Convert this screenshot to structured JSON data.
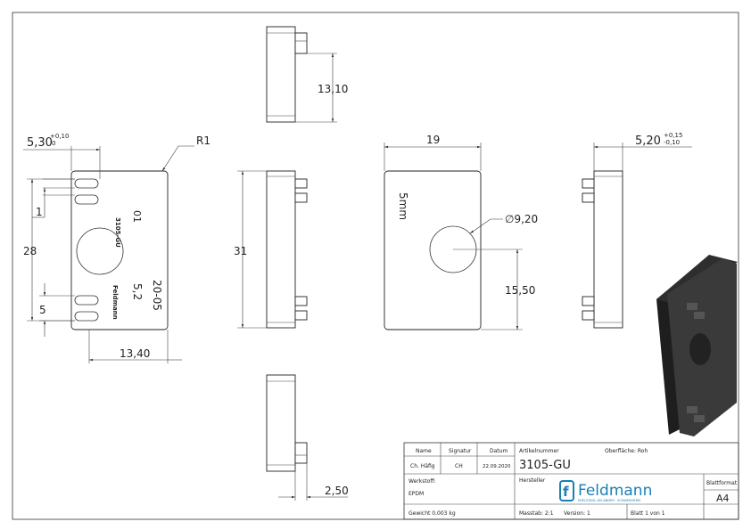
{
  "drawing": {
    "front_view": {
      "radius_label": "R1",
      "width_tol_value": "5,30",
      "width_tol_upper": "+0,10",
      "width_tol_lower": "0",
      "dim_28": "28",
      "dim_1": "1",
      "dim_5": "5",
      "dim_13_40": "13,40",
      "engr_code": "3105-GU",
      "engr_01": "01",
      "engr_brand": "Feldmann",
      "engr_5_2": "5,2",
      "engr_date": "20-05"
    },
    "side_top": {
      "dim_13_10": "13,10"
    },
    "side_middle": {
      "dim_31": "31"
    },
    "side_bottom": {
      "dim_2_50": "2,50"
    },
    "back_view": {
      "dim_19": "19",
      "label_5mm": "5mm",
      "dim_hole": "∅9,20",
      "dim_15_50": "15,50"
    },
    "right_view": {
      "dim_value": "5,20",
      "tol_upper": "+0,15",
      "tol_lower": "-0,10"
    }
  },
  "title_block": {
    "col_name": "Name",
    "col_signatur": "Signatur",
    "col_datum": "Datum",
    "row_name": "Ch. Häfig",
    "row_signatur": "CH",
    "row_datum": "22.09.2020",
    "artikel_label": "Artikelnummer",
    "artikel_value": "3105-GU",
    "oberflaeche": "Oberfläche: Roh",
    "werkstoff_label": "Werkstoff:",
    "werkstoff_value": "EPDM",
    "hersteller_label": "Hersteller",
    "logo_text": "Feldmann",
    "logo_tagline": "EDELSTAHL-GELÄNDER · SCHWEISSEREI",
    "blattformat_label": "Blattformat",
    "blattformat_value": "A4",
    "gewicht": "Gewicht 0,003 kg",
    "massstab": "Masstab: 2:1",
    "version": "Version: 1",
    "blatt": "Blatt 1 von 1"
  }
}
